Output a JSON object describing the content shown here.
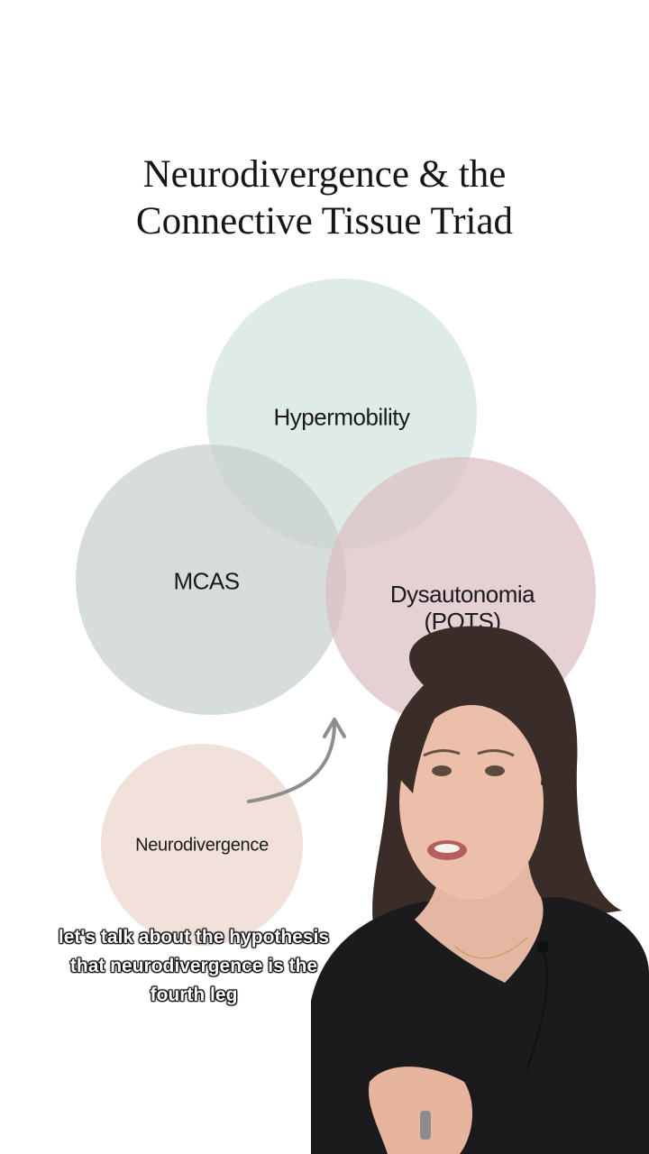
{
  "title": {
    "line1": "Neurodivergence & the",
    "line2": "Connective Tissue Triad"
  },
  "diagram": {
    "circles": {
      "hypermobility": {
        "label": "Hypermobility",
        "color": "#d3e3dd"
      },
      "mcas": {
        "label": "MCAS",
        "color": "#c7ced0"
      },
      "dysautonomia": {
        "label_line1": "Dysautonomia",
        "label_line2": "(POTS)",
        "color": "#dbbfc2"
      },
      "neurodivergence": {
        "label": "Neurodivergence",
        "color": "#efdcd4"
      }
    },
    "arrow_color": "#8e8e8e"
  },
  "caption": {
    "line1": "let's talk about the hypothesis",
    "line2": "that neurodivergence is the",
    "line3": "fourth leg"
  }
}
